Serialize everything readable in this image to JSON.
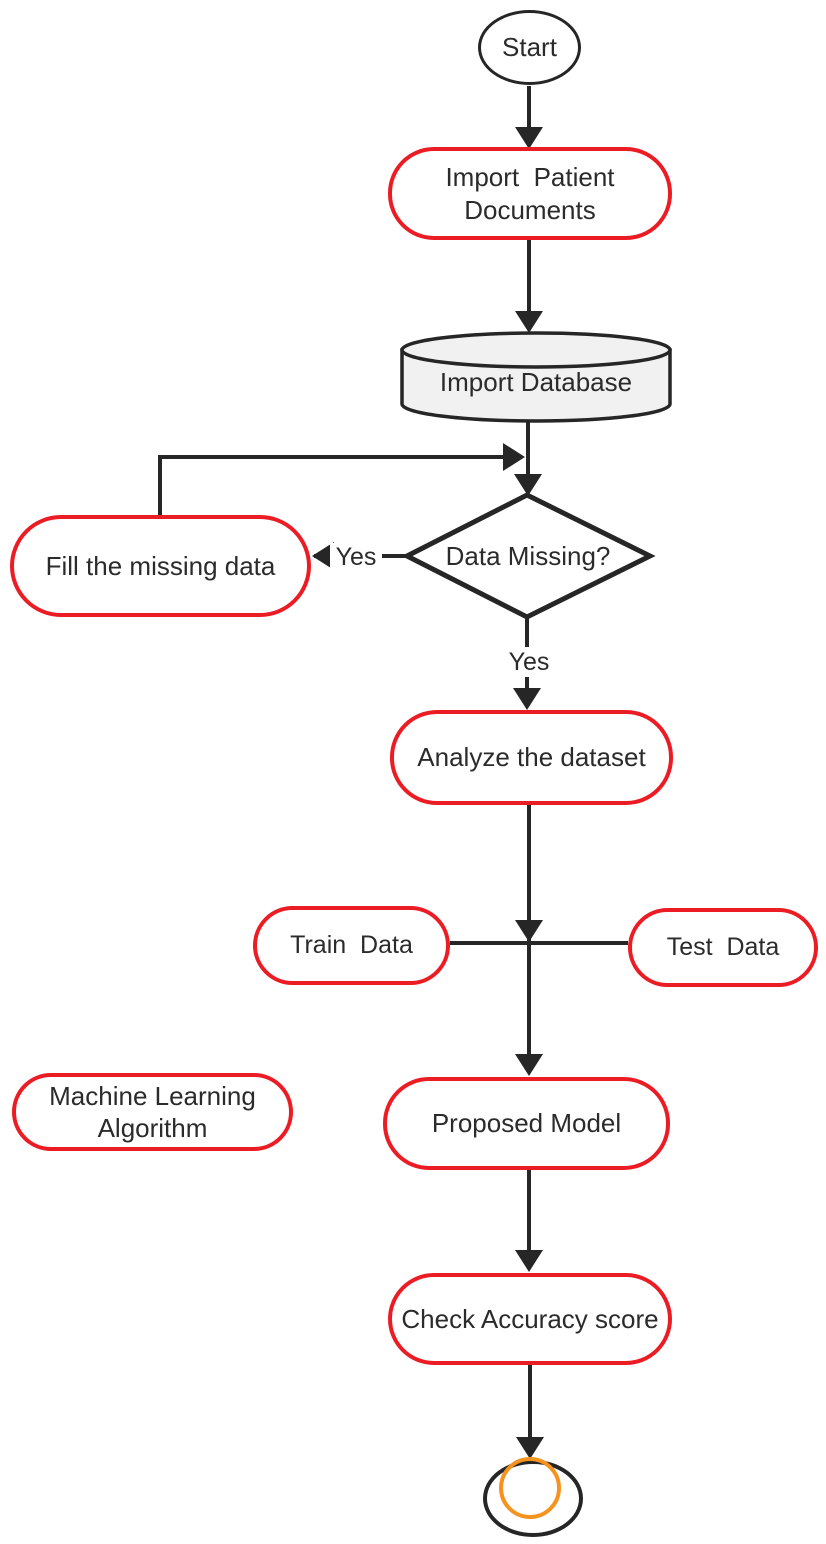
{
  "diagram": {
    "nodes": {
      "start": {
        "label": "Start",
        "type": "terminator"
      },
      "import_patient": {
        "label": "Import  Patient\nDocuments",
        "type": "process"
      },
      "import_database": {
        "label": "Import Database",
        "type": "database"
      },
      "data_missing": {
        "label": "Data Missing?",
        "type": "decision"
      },
      "fill_missing": {
        "label": "Fill the missing data",
        "type": "process"
      },
      "analyze": {
        "label": "Analyze the dataset",
        "type": "process"
      },
      "train_data": {
        "label": "Train  Data",
        "type": "process"
      },
      "test_data": {
        "label": "Test  Data",
        "type": "process"
      },
      "ml_algorithm": {
        "label": "Machine Learning\nAlgorithm",
        "type": "process"
      },
      "proposed_model": {
        "label": "Proposed Model",
        "type": "process"
      },
      "check_accuracy": {
        "label": "Check Accuracy score",
        "type": "process"
      },
      "end": {
        "label": "",
        "type": "end-terminator"
      }
    },
    "edge_labels": {
      "yes_left": "Yes",
      "yes_down": "Yes"
    },
    "colors": {
      "node_border_red": "#ec1c24",
      "line_black": "#262626",
      "database_fill": "#f1f1f1",
      "end_inner_orange": "#f6921e",
      "text": "#2b2b2b"
    }
  }
}
